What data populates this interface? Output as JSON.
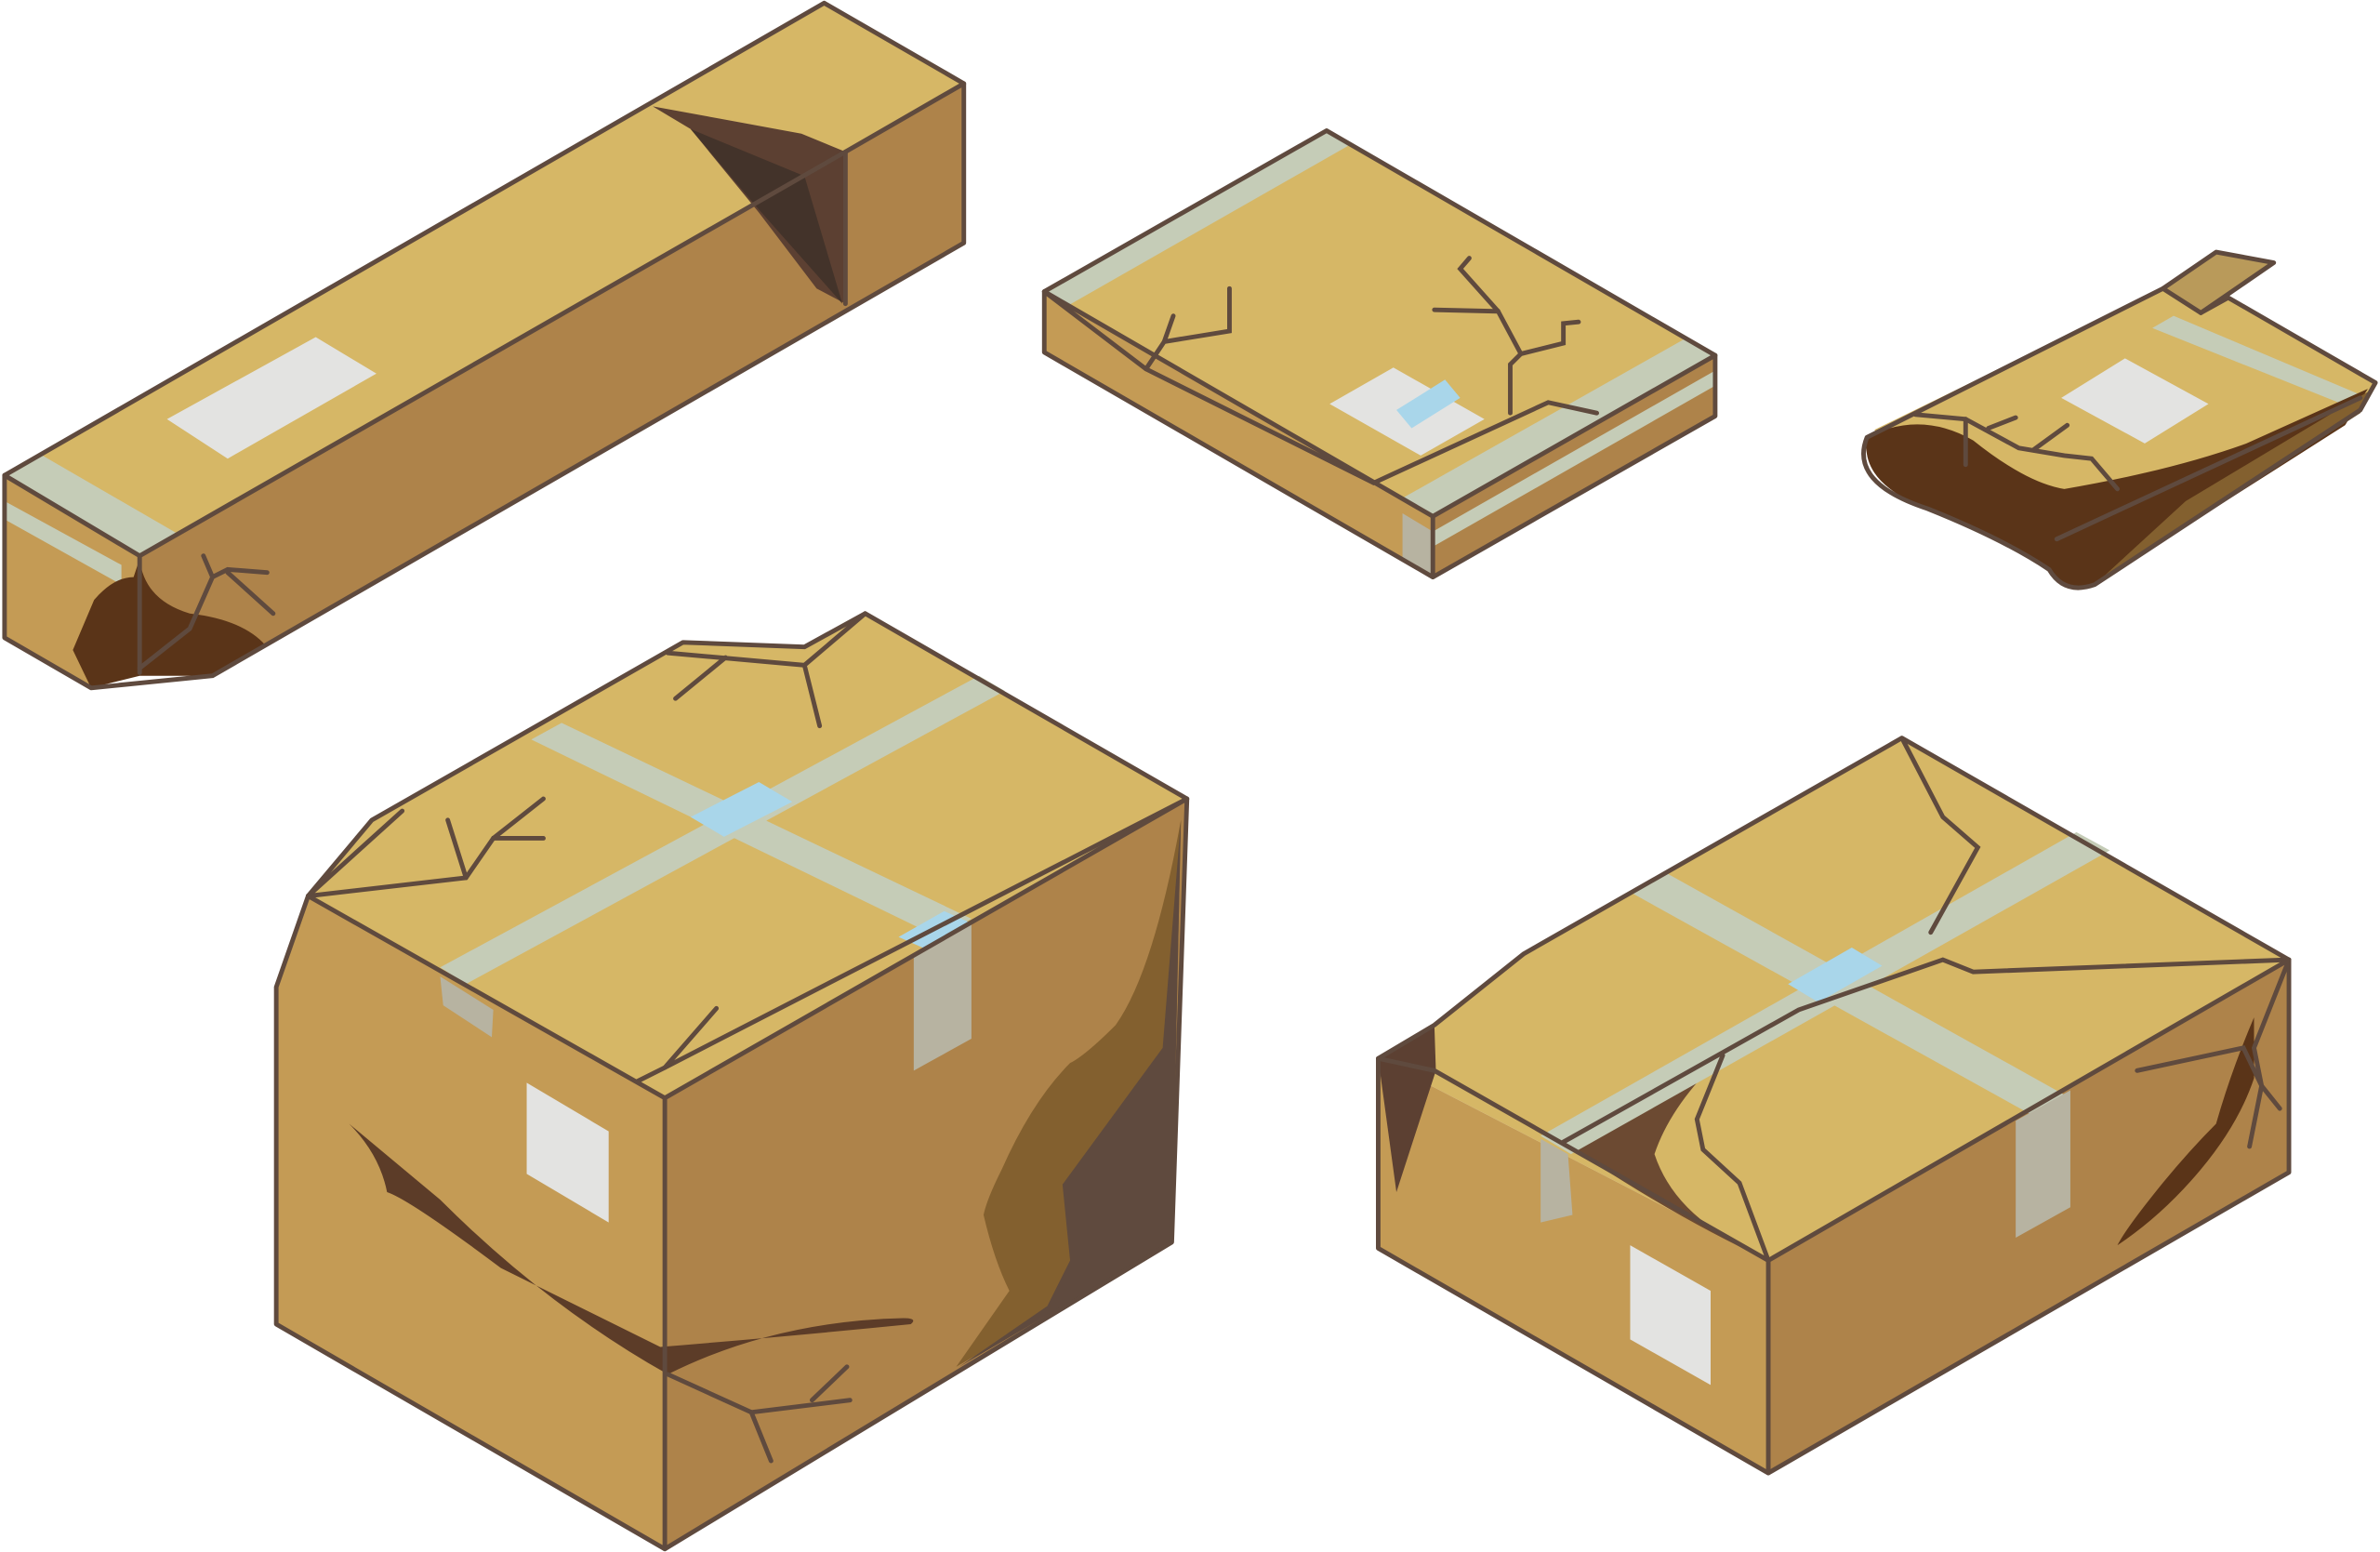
{
  "colors": {
    "background": "#ffffff",
    "outline": "#5f4a3e",
    "top_face": "#d6b766",
    "left_face": "#c49b55",
    "right_face": "#ae834a",
    "dent_dark": "#5a3418",
    "dent_mid": "#83602f",
    "tape": "#c5ccb7",
    "tape_edge": "#b7b3a1",
    "tape_glint": "#a9d6ea",
    "label": "#e3e3e1"
  },
  "scene": {
    "description_items": [
      {
        "name": "long-box",
        "icon": "damaged-long-box"
      },
      {
        "name": "flat-box",
        "icon": "damaged-flat-box"
      },
      {
        "name": "crushed-envelope",
        "icon": "crushed-package"
      },
      {
        "name": "large-box",
        "icon": "damaged-large-box"
      },
      {
        "name": "medium-box",
        "icon": "damaged-medium-box"
      }
    ]
  }
}
